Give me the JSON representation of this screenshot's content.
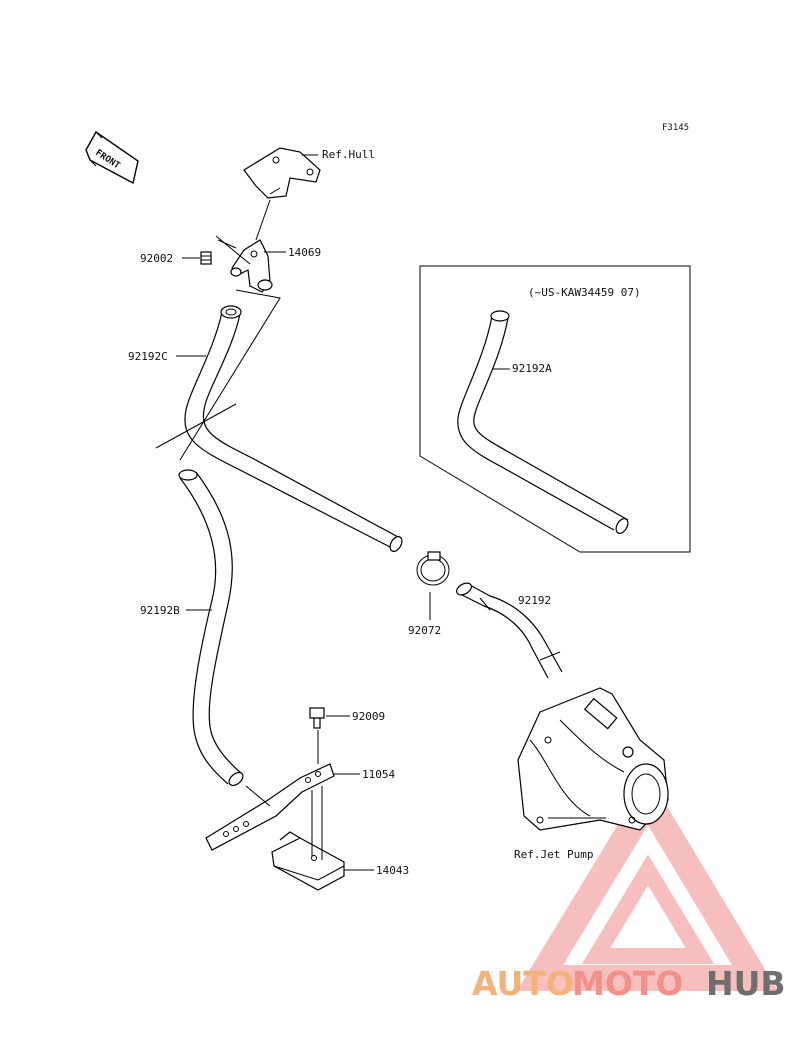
{
  "diagram": {
    "code": "F3145",
    "front_label": "FRONT",
    "inset_note": "(~US-KAW34459  07)",
    "refs": {
      "hull": "Ref.Hull",
      "jet_pump": "Ref.Jet Pump"
    },
    "parts": {
      "p14069": "14069",
      "p92002": "92002",
      "p92192C": "92192C",
      "p92192A": "92192A",
      "p92192B": "92192B",
      "p92072": "92072",
      "p92192": "92192",
      "p92009": "92009",
      "p11054": "11054",
      "p14043": "14043"
    }
  },
  "watermark": {
    "part1": "AUTO",
    "part2": "MOTO",
    "part3": "HUB",
    "colors": {
      "triangle": "#f08a86",
      "auto": "#f2b37a",
      "moto": "#f3908a",
      "hub": "#6f6f6f"
    }
  }
}
